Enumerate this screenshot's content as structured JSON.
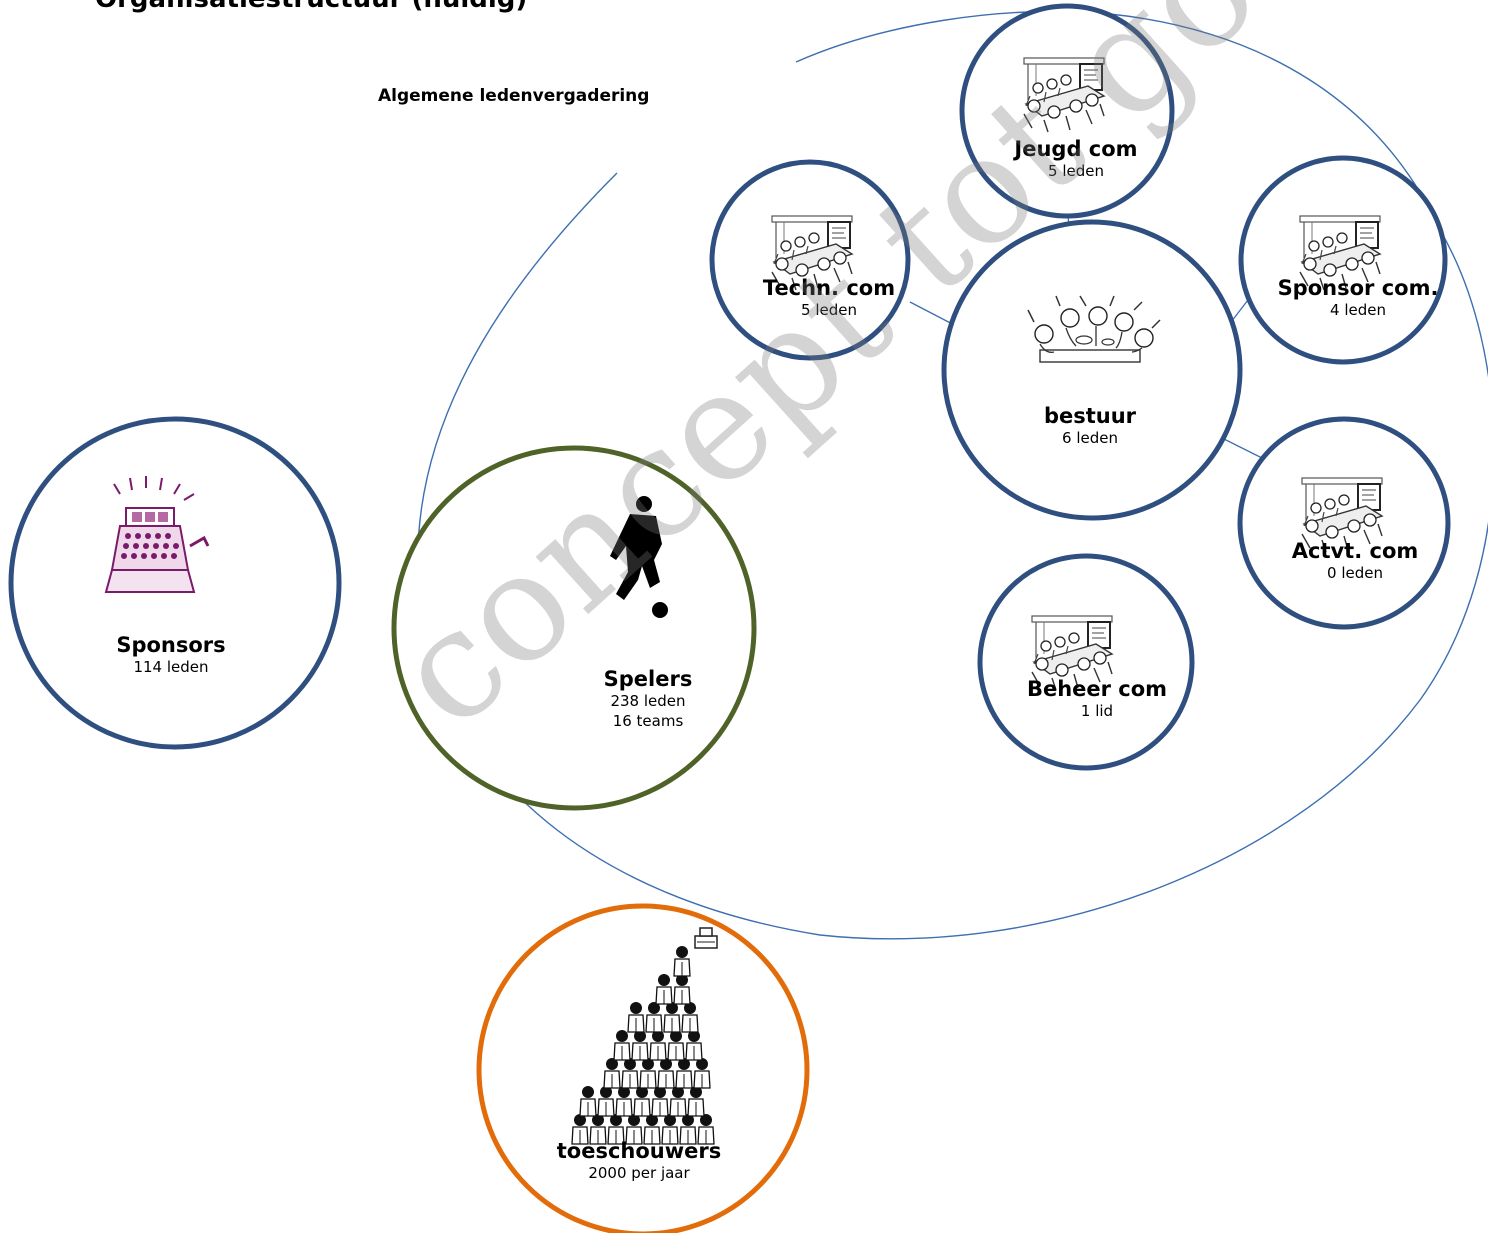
{
  "title": "Organisatiestructuur (huidig)",
  "algemene_ledenvergadering": "Algemene ledenvergadering",
  "watermark": "concept tot goedkeuring",
  "colors": {
    "blue": "#2e4f7f",
    "green": "#4f6228",
    "orange": "#e36c0a",
    "outline": "#3d6fb1"
  },
  "nodes": {
    "jeugd": {
      "name": "Jeugd com",
      "detail": "5 leden",
      "icon": "meeting-icon"
    },
    "techn": {
      "name": "Techn. com",
      "detail": "5 leden",
      "icon": "meeting-icon"
    },
    "sponsor_com": {
      "name": "Sponsor com.",
      "detail": "4 leden",
      "icon": "meeting-icon"
    },
    "bestuur": {
      "name": "bestuur",
      "detail": "6 leden",
      "icon": "discussion-icon"
    },
    "actvt": {
      "name": "Actvt. com",
      "detail": "0 leden",
      "icon": "meeting-icon"
    },
    "beheer": {
      "name": "Beheer com",
      "detail": "1 lid",
      "icon": "meeting-icon"
    },
    "sponsors": {
      "name": "Sponsors",
      "detail": "114 leden",
      "icon": "cash-register-icon"
    },
    "spelers": {
      "name": "Spelers",
      "detail": "238 leden",
      "detail2": "16 teams",
      "icon": "football-player-icon"
    },
    "toeschouwers": {
      "name": "toeschouwers",
      "detail": "2000 per jaar",
      "icon": "crowd-icon"
    }
  }
}
